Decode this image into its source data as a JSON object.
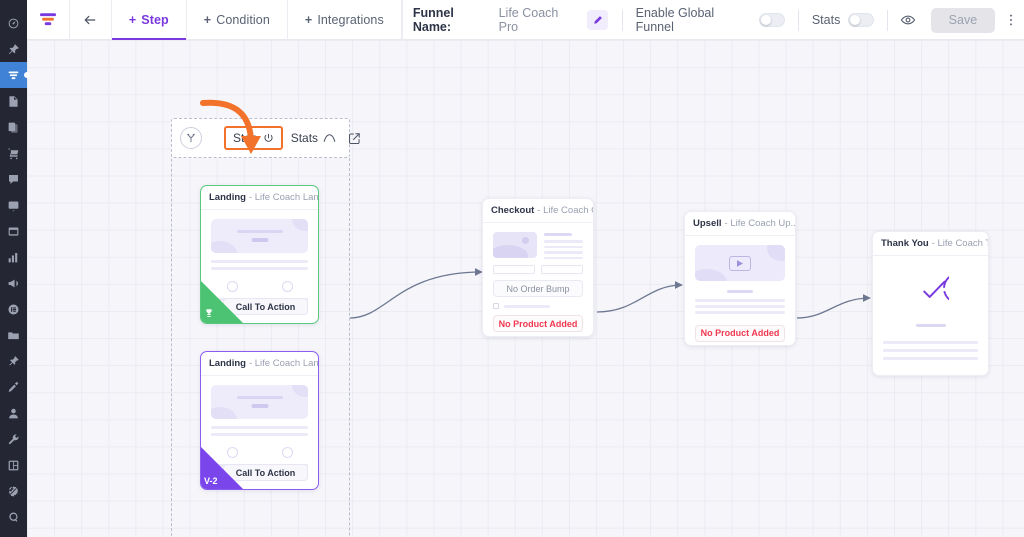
{
  "app": {
    "logo_icon": "funnel-logo-icon",
    "accent_purple": "#7a39e0",
    "accent_orange": "#f2722c",
    "accent_green": "#4cc273",
    "danger_red": "#f0384f"
  },
  "sidebar": {
    "items": [
      {
        "icon": "dashboard-gauge-icon",
        "active": false
      },
      {
        "icon": "pin-icon",
        "active": false
      },
      {
        "icon": "funnel-icon",
        "active": true
      },
      {
        "icon": "pages-key-icon",
        "active": false
      },
      {
        "icon": "books-icon",
        "active": false
      },
      {
        "icon": "cart-icon",
        "active": false
      },
      {
        "icon": "chat-bubble-icon",
        "active": false
      },
      {
        "icon": "video-icon",
        "active": false
      },
      {
        "icon": "window-icon",
        "active": false
      },
      {
        "icon": "bar-chart-icon",
        "active": false
      },
      {
        "icon": "megaphone-icon",
        "active": false
      },
      {
        "icon": "list-circle-icon",
        "active": false
      },
      {
        "icon": "folder-icon",
        "active": false
      },
      {
        "icon": "push-pin-icon",
        "active": false
      },
      {
        "icon": "plug-icon",
        "active": false
      },
      {
        "icon": "user-icon",
        "active": false
      },
      {
        "icon": "wrench-icon",
        "active": false
      },
      {
        "icon": "layout-icon",
        "active": false
      },
      {
        "icon": "gear-slash-icon",
        "active": false
      },
      {
        "icon": "q-letter-icon",
        "active": false
      }
    ]
  },
  "topbar": {
    "back_icon": "arrow-left-icon",
    "tabs": [
      {
        "plus": "+",
        "label": "Step",
        "selected": true
      },
      {
        "plus": "+",
        "label": "Condition",
        "selected": false
      },
      {
        "plus": "+",
        "label": "Integrations",
        "selected": false
      }
    ],
    "funnel_name_label": "Funnel Name:",
    "funnel_name_value": "Life Coach Pro",
    "edit_icon": "pencil-icon",
    "global_funnel_label": "Enable Global Funnel",
    "global_funnel_on": false,
    "stats_label": "Stats",
    "stats_on": false,
    "preview_icon": "eye-icon",
    "save_label": "Save",
    "more_icon": "kebab-menu-icon"
  },
  "group_toolbar": {
    "split_icon": "split-test-icon",
    "stop_label": "Stop",
    "stop_icon": "power-icon",
    "stats_label": "Stats",
    "stats_icon": "trend-line-icon",
    "edit_icon": "edit-square-icon",
    "highlight_color": "#f2722c"
  },
  "annotation": {
    "arrow": "curved-down-arrow",
    "color": "#f2722c"
  },
  "nodes": [
    {
      "id": "landing-v1",
      "type": "Landing",
      "name": "- Life Coach Lan...",
      "cta_label": "Call To Action",
      "badge": "trophy-icon",
      "badge_text": "",
      "border": "green"
    },
    {
      "id": "landing-v2",
      "type": "Landing",
      "name": "- Life Coach Lan...",
      "cta_label": "Call To Action",
      "badge": "variant-badge",
      "badge_text": "V-2",
      "border": "purple"
    },
    {
      "id": "checkout",
      "type": "Checkout",
      "name": "- Life Coach Ch...",
      "order_bump_label": "No Order Bump",
      "product_label": "No Product Added",
      "border": "plain"
    },
    {
      "id": "upsell",
      "type": "Upsell",
      "name": "- Life Coach Up...",
      "product_label": "No Product Added",
      "play_icon": "play-icon",
      "border": "plain"
    },
    {
      "id": "thankyou",
      "type": "Thank You",
      "name": "- Life Coach Tha...",
      "check_icon": "check-circle-icon",
      "border": "plain"
    }
  ]
}
